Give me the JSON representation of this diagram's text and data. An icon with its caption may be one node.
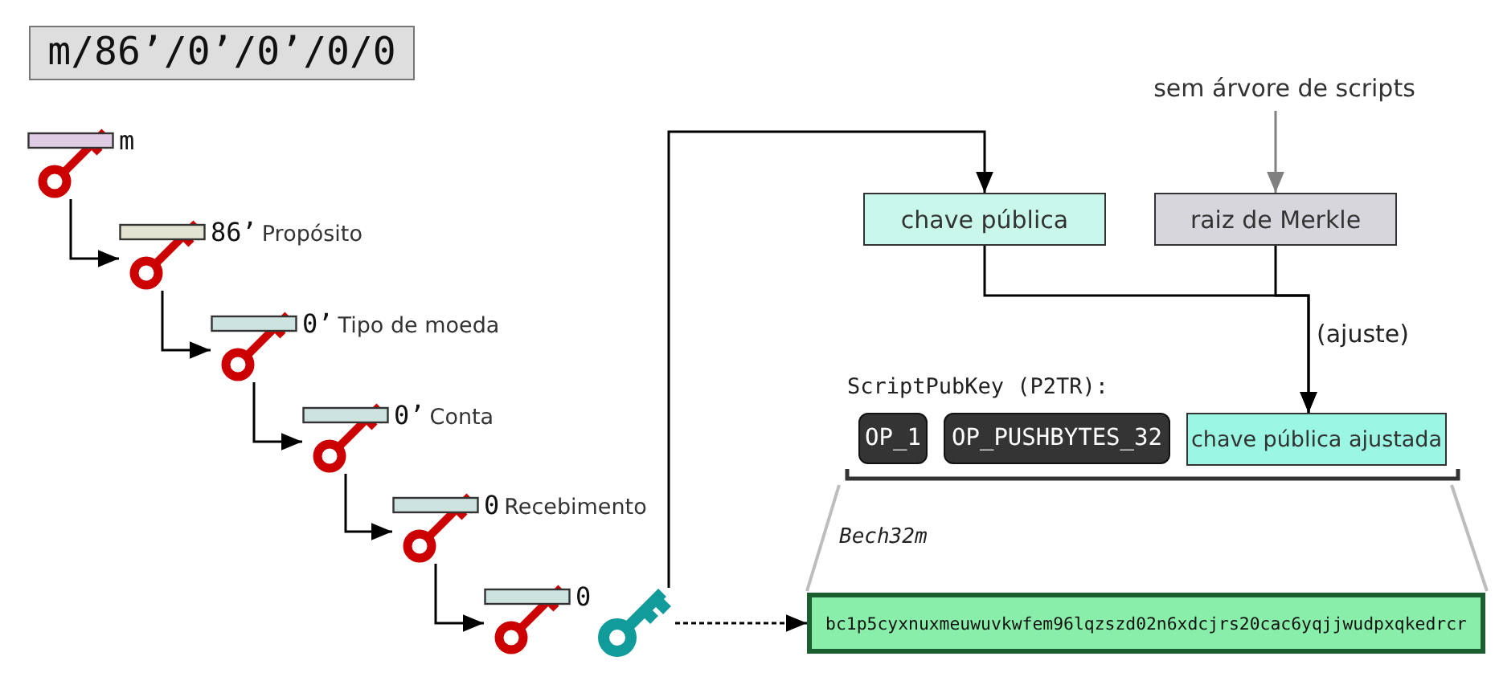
{
  "diagram": {
    "title": "m/86’/0’/0’/0/0",
    "nodes": [
      {
        "text": [
          "m"
        ]
      },
      {
        "text": [
          "86’",
          "Propósito"
        ]
      },
      {
        "text": [
          "0’",
          "Tipo de moeda"
        ]
      },
      {
        "text": [
          "0’",
          "Conta"
        ]
      },
      {
        "text": [
          "0",
          "Recebimento"
        ]
      },
      {
        "text": [
          "0"
        ]
      },
      {
        "text": [],
        "shape": "picture"
      },
      {
        "text": [
          "sem árvore de scripts"
        ]
      },
      {
        "text": [
          "chave pública"
        ]
      },
      {
        "text": [
          "raiz de Merkle"
        ]
      },
      {
        "text": [
          "OP_1"
        ]
      },
      {
        "text": [
          "OP_PUSHBYTES_32"
        ]
      },
      {
        "text": [
          "chave pública ajustada"
        ]
      },
      {
        "text": [
          "bc1p5cyxnuxmeuwuvkwfem96lqzszd02n6xdcjrs20cac6yqjjwudpxqkedrcr"
        ]
      }
    ],
    "edges": [
      {
        "from": 0,
        "to": 1,
        "arrow": "to"
      },
      {
        "from": 1,
        "to": 2,
        "arrow": "to"
      },
      {
        "from": 2,
        "to": 3,
        "arrow": "to"
      },
      {
        "from": 3,
        "to": 4,
        "arrow": "to"
      },
      {
        "from": 4,
        "to": 5,
        "arrow": "to"
      },
      {
        "from": 6,
        "to": 8,
        "arrow": "to"
      },
      {
        "from": 7,
        "to": 9,
        "arrow": "to",
        "color": "#808080"
      },
      {
        "from": 8,
        "to": 12,
        "arrow": "to",
        "label": "(ajuste)"
      },
      {
        "from": 9,
        "to": 12,
        "arrow": "to"
      },
      {
        "from": 6,
        "to": 13,
        "arrow": "to",
        "style": "dashed"
      }
    ],
    "labels": [
      "ScriptPubKey (P2TR):",
      "Bech32m"
    ]
  }
}
